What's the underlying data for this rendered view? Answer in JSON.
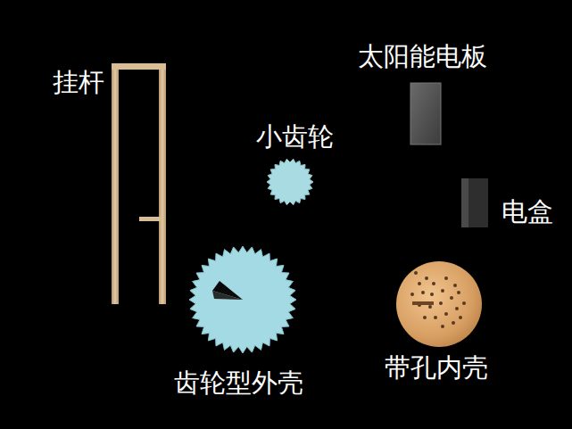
{
  "diagram": {
    "labels": [
      "挂杆",
      "太阳能电板",
      "小齿轮",
      "电盒",
      "齿轮型外壳",
      "带孔内壳"
    ]
  }
}
